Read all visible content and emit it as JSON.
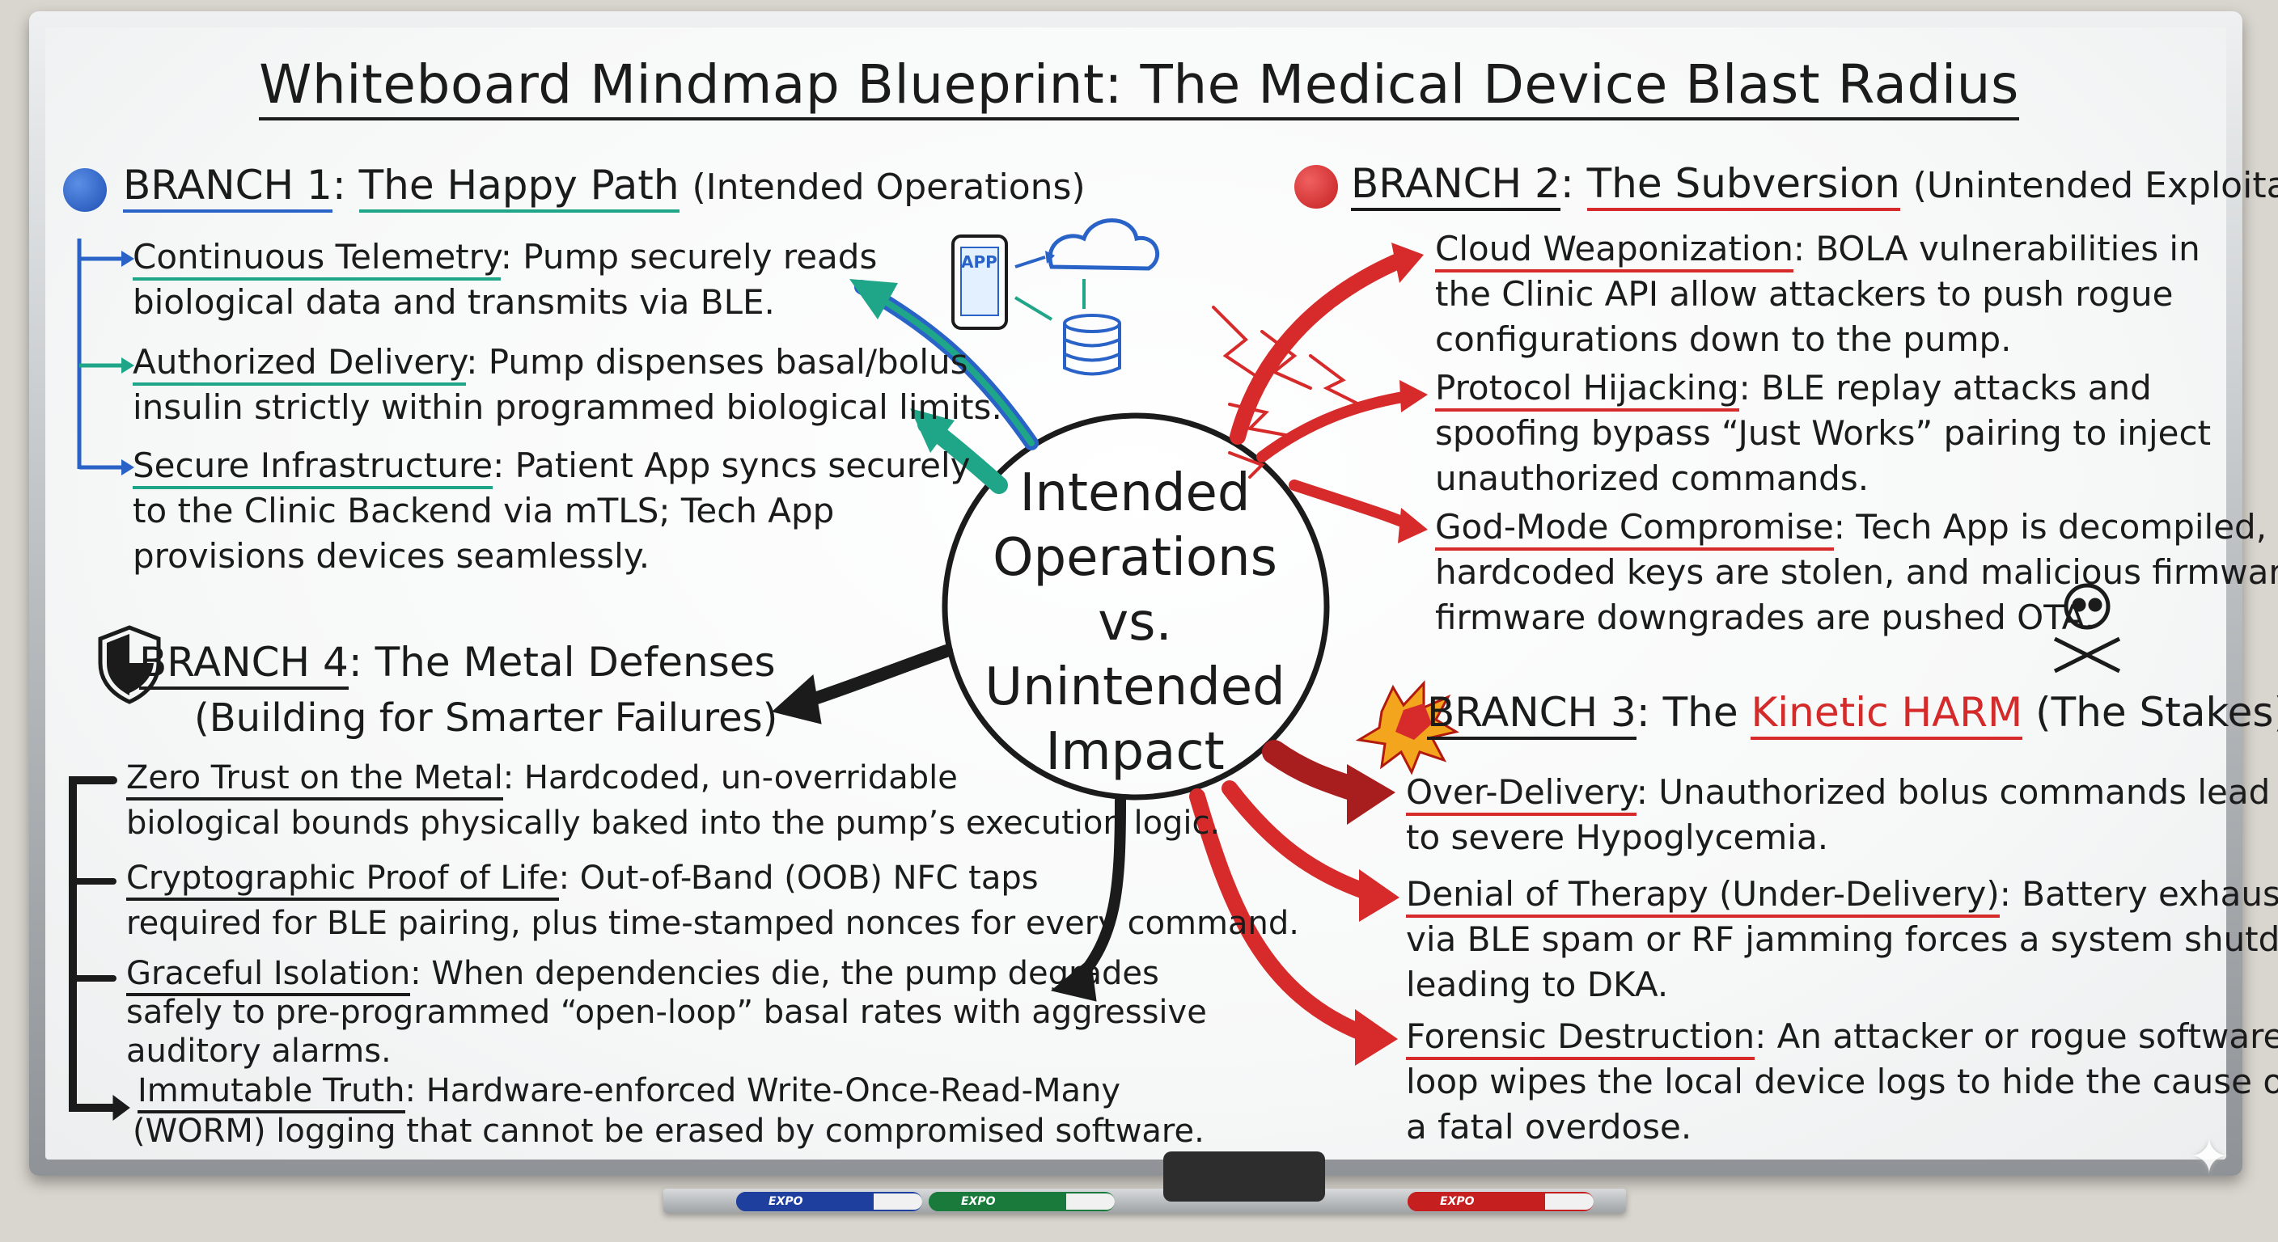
{
  "title": "Whiteboard Mindmap Blueprint: The Medical Device Blast Radius",
  "center": {
    "lines": [
      "Intended",
      "Operations",
      "vs.",
      "Unintended",
      "Impact"
    ]
  },
  "branch1": {
    "number": "BRANCH 1",
    "name": "The Happy Path",
    "qualifier": "(Intended Operations)",
    "items": [
      {
        "key": "Continuous Telemetry",
        "line1": ": Pump securely reads",
        "line2": "biological data and transmits via BLE.",
        "line3": ""
      },
      {
        "key": "Authorized Delivery",
        "line1": ": Pump dispenses basal/bolus",
        "line2": "insulin strictly within programmed biological limits.",
        "line3": ""
      },
      {
        "key": "Secure Infrastructure",
        "line1": ": Patient App syncs securely",
        "line2": "to the Clinic Backend via mTLS; Tech App",
        "line3": "provisions devices seamlessly."
      }
    ],
    "app_label": "APP"
  },
  "branch2": {
    "number": "BRANCH 2",
    "name": "The Subversion",
    "qualifier": "(Unintended Exploitation)",
    "items": [
      {
        "key": "Cloud Weaponization",
        "line1": ": BOLA vulnerabilities in",
        "line2": "the Clinic API allow attackers to push rogue",
        "line3": "configurations down to the pump."
      },
      {
        "key": "Protocol Hijacking",
        "line1": ": BLE replay attacks and",
        "line2": "spoofing bypass “Just Works” pairing to inject",
        "line3": "unauthorized commands."
      },
      {
        "key": "God-Mode Compromise",
        "line1": ": Tech App is decompiled,",
        "line2": "hardcoded keys are stolen, and malicious firmware",
        "line3": "firmware downgrades are pushed OTA."
      }
    ]
  },
  "branch3": {
    "number": "BRANCH 3",
    "prefix": "The ",
    "name": "Kinetic HARM",
    "qualifier": "(The Stakes)",
    "items": [
      {
        "key": "Over-Delivery",
        "line1": ": Unauthorized bolus commands lead",
        "line2": "to severe Hypoglycemia.",
        "line3": ""
      },
      {
        "key": "Denial of Therapy (Under-Delivery)",
        "line1": ": Battery exhaustion",
        "line2": "via BLE spam or RF jamming forces a system shutdown,",
        "line3": "leading to DKA."
      },
      {
        "key": "Forensic Destruction",
        "line1": ": An attacker or rogue software",
        "line2": "loop wipes the local device logs to hide the cause of",
        "line3": "a fatal overdose."
      }
    ]
  },
  "branch4": {
    "number": "BRANCH 4",
    "name": ": The Metal Defenses",
    "qualifier": "(Building for Smarter Failures)",
    "items": [
      {
        "key": "Zero Trust on the Metal",
        "line1": ": Hardcoded, un-overridable",
        "line2": "biological bounds physically baked into the pump’s execution logic.",
        "line3": ""
      },
      {
        "key": "Cryptographic Proof of Life",
        "line1": ": Out-of-Band (OOB) NFC taps",
        "line2": "required for BLE pairing, plus time-stamped nonces for every command.",
        "line3": ""
      },
      {
        "key": "Graceful Isolation",
        "line1": ": When dependencies die, the pump degrades",
        "line2": "safely to pre-programmed “open-loop” basal rates with aggressive",
        "line3": "auditory alarms."
      },
      {
        "key": "Immutable Truth",
        "line1": ": Hardware-enforced Write-Once-Read-Many",
        "line2": "(WORM) logging that cannot be erased by compromised software.",
        "line3": ""
      }
    ]
  },
  "markers": [
    "EXPO",
    "EXPO",
    "EXPO"
  ],
  "colors": {
    "blue": "#2a63c7",
    "teal": "#1fa588",
    "red": "#d72b2b",
    "black": "#1b1b1b"
  },
  "icons": {
    "branch1": "blue-dot-icon",
    "branch2": "red-dot-icon",
    "branch3": "explosion-icon",
    "branch4": "shield-icon",
    "skull": "skull-crossbones-icon",
    "cloud": "cloud-icon",
    "database": "database-icon",
    "phone": "phone-icon"
  }
}
